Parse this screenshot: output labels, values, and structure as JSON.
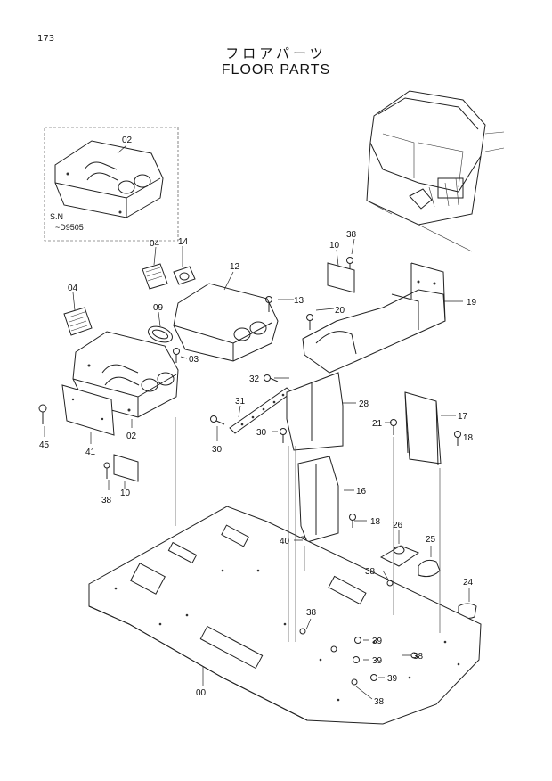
{
  "page_number": "173",
  "title_jp": "フロアパーツ",
  "title_en": "FLOOR PARTS",
  "inset": {
    "serial_line1": "S.N",
    "serial_line2": "~D9505"
  },
  "callouts": [
    "02",
    "04",
    "14",
    "12",
    "10",
    "38",
    "13",
    "19",
    "04",
    "09",
    "20",
    "03",
    "32",
    "31",
    "28",
    "17",
    "21",
    "18",
    "02",
    "45",
    "41",
    "30",
    "30",
    "10",
    "38",
    "16",
    "18",
    "26",
    "40",
    "25",
    "38",
    "24",
    "38",
    "39",
    "39",
    "38",
    "39",
    "00",
    "38"
  ]
}
